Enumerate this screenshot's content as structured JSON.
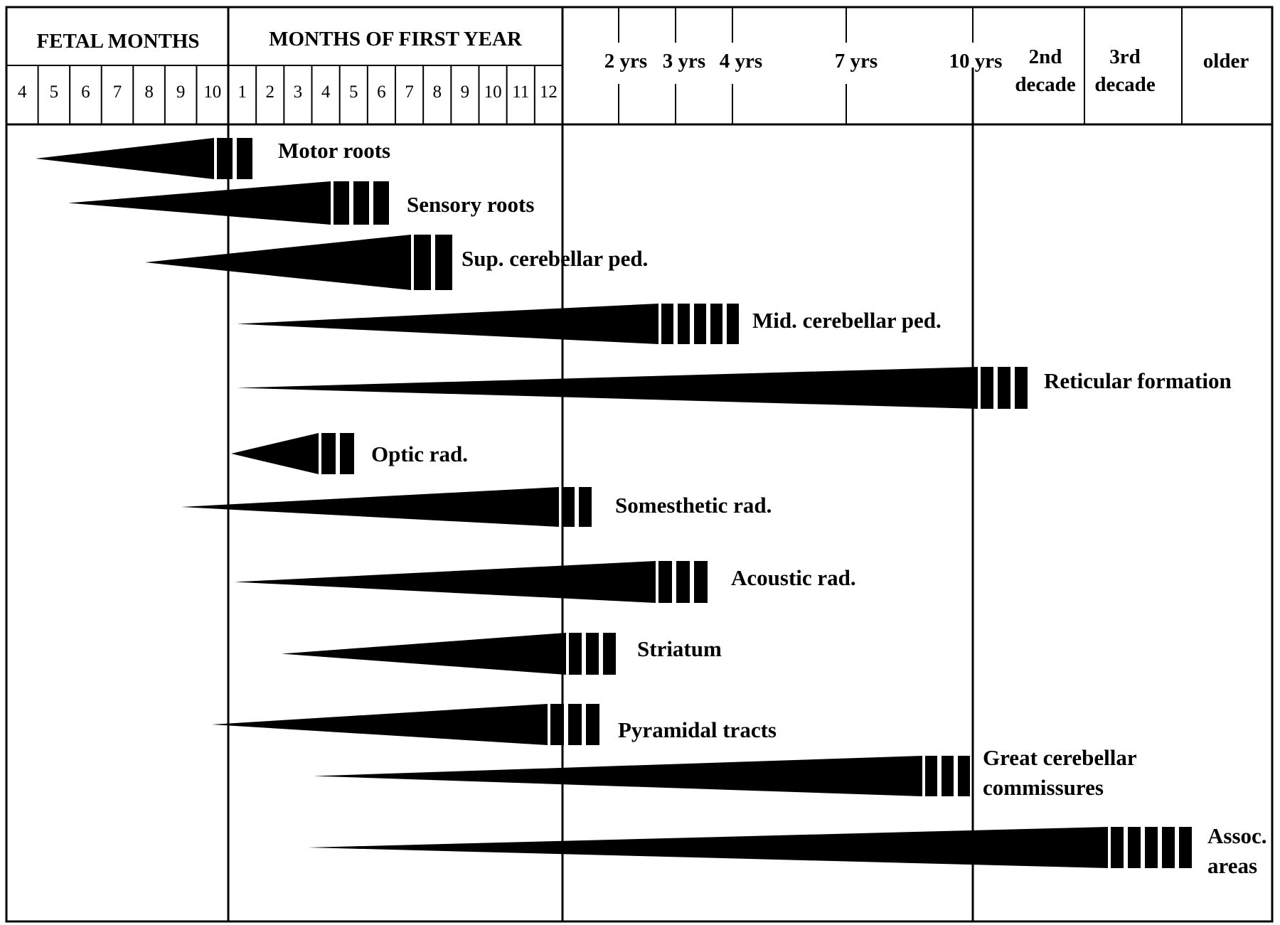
{
  "header": {
    "fetal_title": "FETAL MONTHS",
    "first_year_title": "MONTHS OF FIRST  YEAR",
    "fetal_months": [
      "4",
      "5",
      "6",
      "7",
      "8",
      "9",
      "10"
    ],
    "first_year_months": [
      "1",
      "2",
      "3",
      "4",
      "5",
      "6",
      "7",
      "8",
      "9",
      "10",
      "11",
      "12"
    ],
    "later_periods": [
      {
        "label": "2 yrs"
      },
      {
        "label": "3 yrs"
      },
      {
        "label": "4 yrs"
      },
      {
        "label": "7 yrs"
      },
      {
        "label": "10 yrs"
      },
      {
        "line1": "2nd",
        "line2": "decade"
      },
      {
        "line1": "3rd",
        "line2": "decade"
      },
      {
        "label": "older"
      }
    ]
  },
  "tracts": [
    {
      "label": [
        "Motor roots"
      ],
      "segments": 2
    },
    {
      "label": [
        "Sensory roots"
      ],
      "segments": 3
    },
    {
      "label": [
        "Sup. cerebellar ped."
      ],
      "segments": 2
    },
    {
      "label": [
        "Mid. cerebellar ped."
      ],
      "segments": 5
    },
    {
      "label": [
        "Reticular formation"
      ],
      "segments": 3
    },
    {
      "label": [
        "Optic rad."
      ],
      "segments": 2
    },
    {
      "label": [
        "Somesthetic rad."
      ],
      "segments": 2
    },
    {
      "label": [
        "Acoustic rad."
      ],
      "segments": 3
    },
    {
      "label": [
        "Striatum"
      ],
      "segments": 3
    },
    {
      "label": [
        "Pyramidal tracts"
      ],
      "segments": 3
    },
    {
      "label": [
        "Great cerebellar",
        "commissures"
      ],
      "segments": 3
    },
    {
      "label": [
        "Assoc.",
        "areas"
      ],
      "segments": 5
    }
  ]
}
